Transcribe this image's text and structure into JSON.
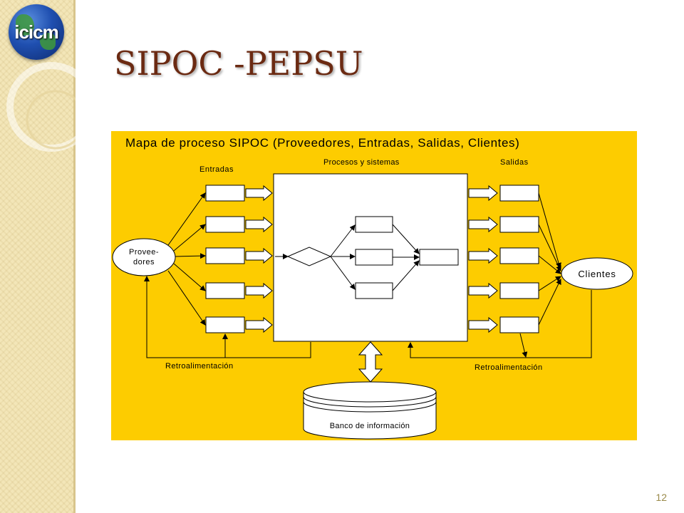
{
  "slide": {
    "title": "SIPOC -PEPSU",
    "page_number": "12",
    "logo_text": "icicm"
  },
  "diagram": {
    "title": "Mapa de proceso SIPOC (Proveedores, Entradas, Salidas, Clientes)",
    "labels": {
      "entradas": "Entradas",
      "procesos": "Procesos y sistemas",
      "salidas": "Salidas",
      "proveedores": "Provee-dores",
      "proveedores_line1": "Provee-",
      "proveedores_line2": "dores",
      "clientes": "Clientes",
      "retro_left": "Retroalimentación",
      "retro_right": "Retroalimentación",
      "banco": "Banco de información"
    },
    "colors": {
      "panel": "#fdcc00",
      "title_text": "#6b2a12"
    }
  }
}
